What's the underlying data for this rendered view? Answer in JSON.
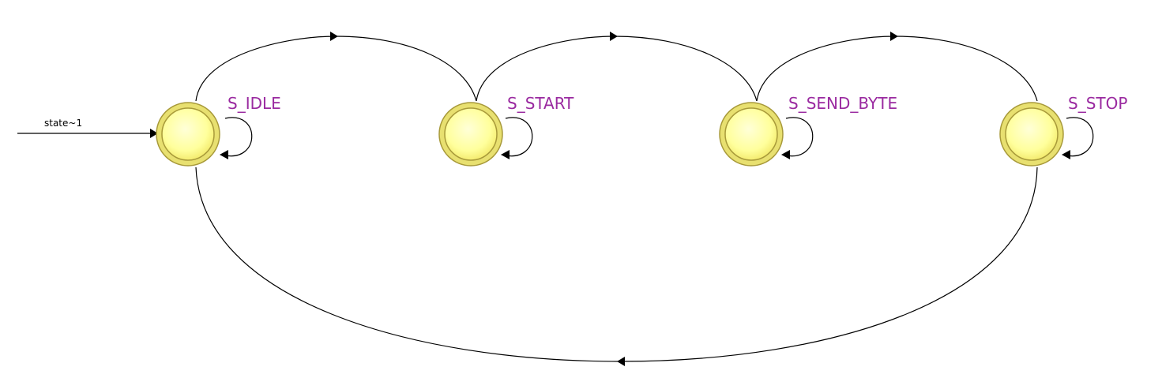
{
  "diagram": {
    "initial_transition": {
      "label": "state~1",
      "target": "S_IDLE"
    },
    "states": [
      {
        "id": "S_IDLE",
        "label": "S_IDLE"
      },
      {
        "id": "S_START",
        "label": "S_START"
      },
      {
        "id": "S_SEND_BYTE",
        "label": "S_SEND_BYTE"
      },
      {
        "id": "S_STOP",
        "label": "S_STOP"
      }
    ],
    "transitions": [
      {
        "from": "S_IDLE",
        "to": "S_START"
      },
      {
        "from": "S_START",
        "to": "S_SEND_BYTE"
      },
      {
        "from": "S_SEND_BYTE",
        "to": "S_STOP"
      },
      {
        "from": "S_STOP",
        "to": "S_IDLE"
      },
      {
        "from": "S_IDLE",
        "to": "S_IDLE"
      },
      {
        "from": "S_START",
        "to": "S_START"
      },
      {
        "from": "S_SEND_BYTE",
        "to": "S_SEND_BYTE"
      },
      {
        "from": "S_STOP",
        "to": "S_STOP"
      }
    ],
    "colors": {
      "state_fill": "#ffff9c",
      "state_inner": "#ffff80",
      "state_outline": "#a89a3a",
      "state_ring": "#e8e070",
      "label_text": "#9a2aa0",
      "edge": "#000000"
    }
  }
}
